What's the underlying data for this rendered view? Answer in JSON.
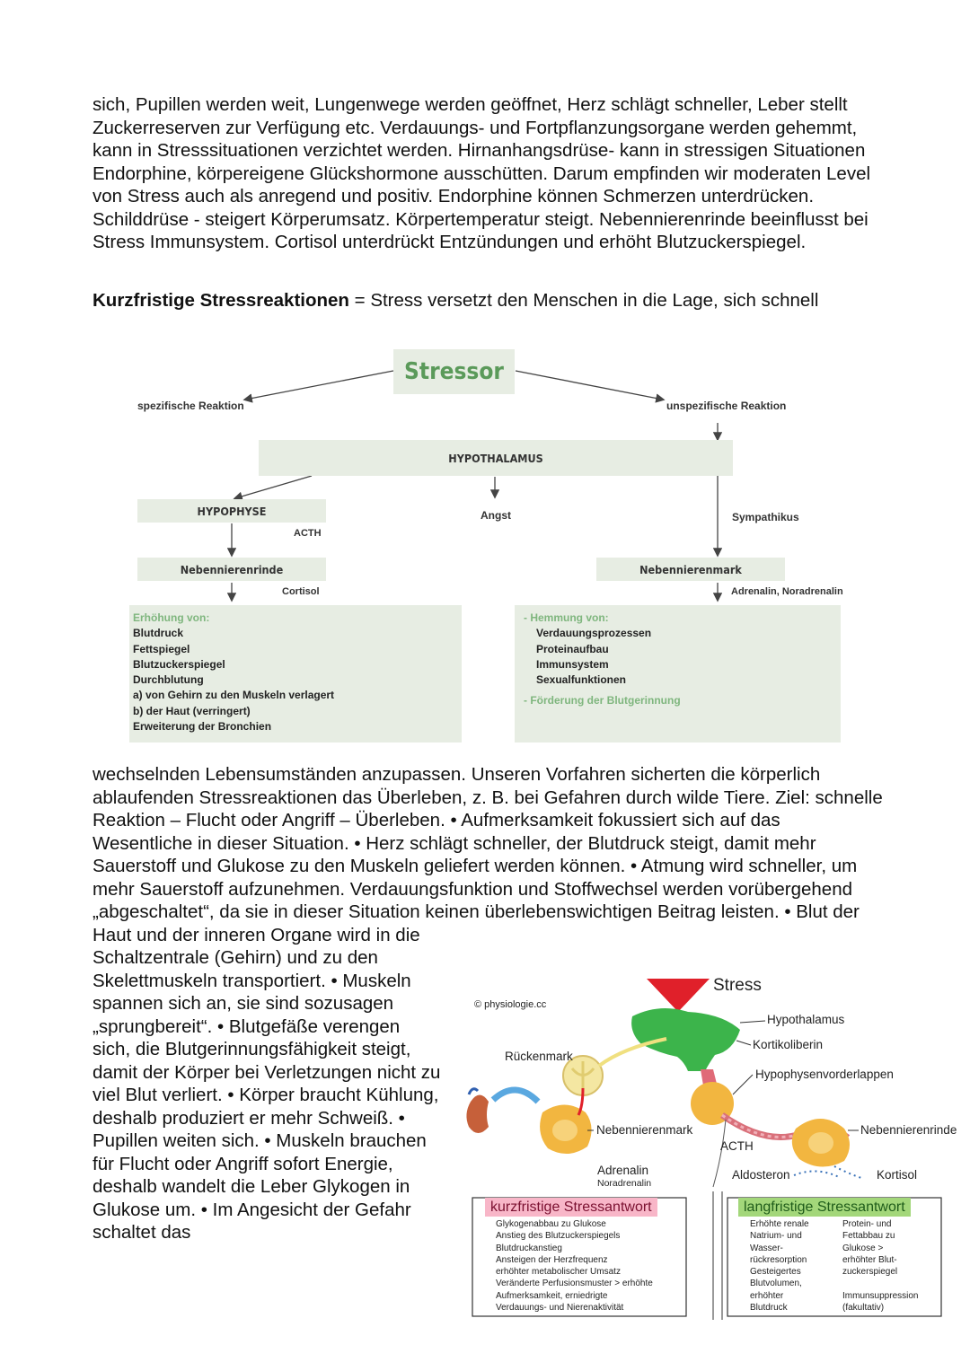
{
  "paragraphs": {
    "p1": "sich, Pupillen werden weit, Lungenwege werden geöffnet, Herz schlägt schneller, Leber stellt Zuckerreserven zur Verfügung etc. Verdauungs- und Fortpflanzungsorgane werden gehemmt, kann in Stresssituationen verzichtet werden. Hirnanhangsdrüse- kann in stressigen Situationen Endorphine, körpereigene Glückshormone ausschütten. Darum empfinden wir moderaten Level von Stress auch als anregend und positiv. Endorphine können Schmerzen unterdrücken. Schilddrüse - steigert Körperumsatz. Körpertemperatur steigt. Nebennierenrinde beeinflusst bei Stress Immunsystem. Cortisol unterdrückt Entzündungen und erhöht Blutzuckerspiegel.",
    "p2_bold": "Kurzfristige Stressreaktionen",
    "p2_rest": " = Stress versetzt den Menschen in die Lage, sich schnell",
    "p3": "wechselnden Lebensumständen anzupassen. Unseren Vorfahren sicherten die körperlich ablaufenden Stressreaktionen das Überleben, z. B. bei Gefahren durch wilde Tiere. Ziel: schnelle Reaktion – Flucht oder Angriff – Überleben. • Aufmerksamkeit fokussiert sich auf das Wesentliche in dieser Situation. • Herz schlägt schneller, der Blutdruck steigt, damit mehr Sauerstoff und Glukose zu den Muskeln geliefert werden können. • Atmung wird schneller, um mehr Sauerstoff aufzunehmen. Verdauungsfunktion und Stoffwechsel werden vorübergehend „abgeschaltet“, da sie in dieser Situation keinen überlebenswichtigen Beitrag leisten. • Blut der Haut und der inneren Organe wird in die",
    "p4": "Schaltzentrale (Gehirn) und zu den Skelettmuskeln transportiert. • Muskeln spannen sich an, sie sind sozusagen „sprungbereit“. • Blutgefäße verengen sich, die Blutgerinnungsfähigkeit steigt, damit der Körper bei Verletzungen nicht zu viel Blut verliert. • Körper braucht Kühlung, deshalb produziert er mehr Schweiß. • Pupillen weiten sich. • Muskeln brauchen für Flucht oder Angriff sofort Energie, deshalb wandelt die Leber Glykogen in Glukose um. • Im Angesicht der Gefahr schaltet das"
  },
  "diagram1": {
    "stressor": "Stressor",
    "specific": "spezifische Reaktion",
    "unspecific": "unspezifische Reaktion",
    "hypothalamus": "HYPOTHALAMUS",
    "hypophyse": "HYPOPHYSE",
    "angst": "Angst",
    "sympathikus": "Sympathikus",
    "acth": "ACTH",
    "nnr": "Nebennierenrinde",
    "nnm": "Nebennierenmark",
    "cortisol": "Cortisol",
    "adrenalin": "Adrenalin, Noradrenalin",
    "left_box": {
      "title": "Erhöhung von:",
      "items": [
        "Blutdruck",
        "Fettspiegel",
        "Blutzuckerspiegel",
        "Durchblutung",
        "a) von Gehirn zu den Muskeln verlagert",
        "b) der Haut (verringert)",
        "Erweiterung der Bronchien"
      ]
    },
    "right_box": {
      "title": "- Hemmung von:",
      "items": [
        "Verdauungsprozessen",
        "Proteinaufbau",
        "Immunsystem",
        "Sexualfunktionen"
      ],
      "footer": "- Förderung der Blutgerinnung"
    }
  },
  "diagram2": {
    "copyright": "© physiologie.cc",
    "stress": "Stress",
    "hypothalamus": "Hypothalamus",
    "kortikoliberin": "Kortikoliberin",
    "rueckenmark": "Rückenmark",
    "hvl": "Hypophysenvorderlappen",
    "nnm": "Nebennierenmark",
    "nnr": "Nebennierenrinde",
    "acth": "ACTH",
    "adrenalin": "Adrenalin",
    "noradrenalin": "Noradrenalin",
    "aldosteron": "Aldosteron",
    "kortisol": "Kortisol",
    "short_title": "kurzfristige Stressantwort",
    "short_items": [
      "Glykogenabbau zu Glukose",
      "Anstieg des Blutzuckerspiegels",
      "Blutdruckanstieg",
      "Ansteigen der Herzfrequenz",
      "erhöhter metabolischer Umsatz",
      "Veränderte Perfusionsmuster > erhöhte",
      "Aufmerksamkeit, erniedrigte",
      "Verdauungs- und Nierenaktivität"
    ],
    "long_title": "langfristige Stressantwort",
    "long_left": [
      "Erhöhte renale",
      "Natrium- und",
      "Wasser-",
      "rückresorption",
      "Gesteigertes",
      "Blutvolumen,",
      "erhöhter",
      "Blutdruck"
    ],
    "long_right": [
      "Protein- und",
      "Fettabbau zu",
      "Glukose >",
      "erhöhter Blut-",
      "zuckerspiegel",
      "",
      "Immunsuppression",
      "(fakultativ)"
    ],
    "colors": {
      "short_header": "#f8b6c8",
      "long_header": "#a3d77a",
      "arrow_red": "#e0202a",
      "hypothalamus_green": "#3cb44b",
      "gland_orange": "#f2b640"
    }
  }
}
